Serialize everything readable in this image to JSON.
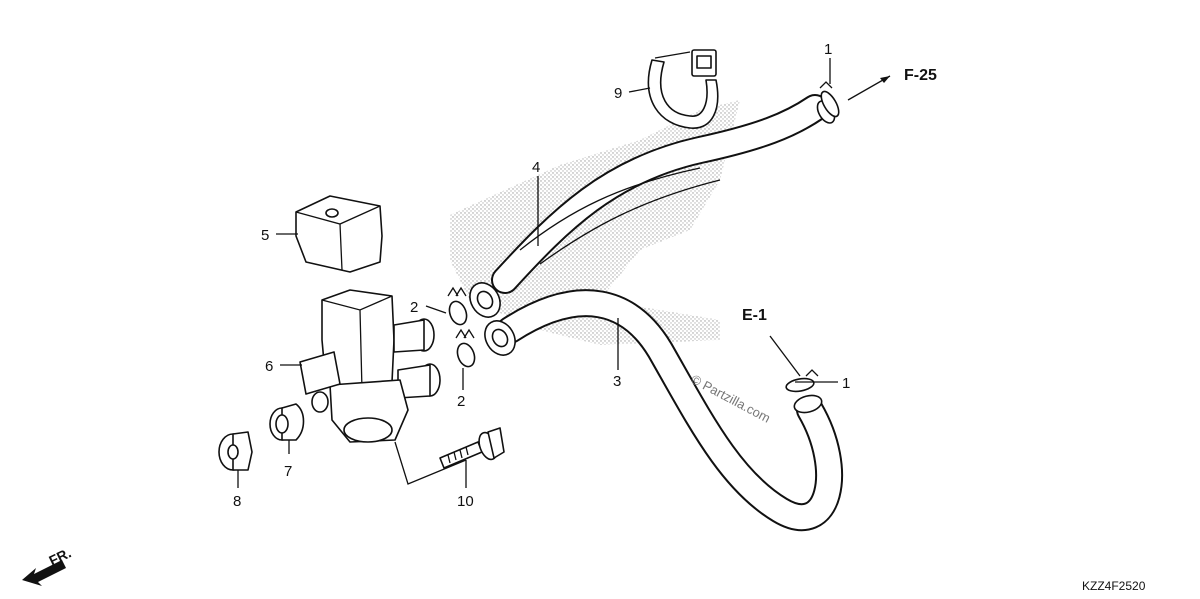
{
  "diagram": {
    "callouts": [
      {
        "id": "c1a",
        "text": "1"
      },
      {
        "id": "c1b",
        "text": "1"
      },
      {
        "id": "c2a",
        "text": "2"
      },
      {
        "id": "c2b",
        "text": "2"
      },
      {
        "id": "c3",
        "text": "3"
      },
      {
        "id": "c4",
        "text": "4"
      },
      {
        "id": "c5",
        "text": "5"
      },
      {
        "id": "c6",
        "text": "6"
      },
      {
        "id": "c7",
        "text": "7"
      },
      {
        "id": "c8",
        "text": "8"
      },
      {
        "id": "c9",
        "text": "9"
      },
      {
        "id": "c10",
        "text": "10"
      }
    ],
    "refs": {
      "f25": "F-25",
      "e1": "E-1"
    },
    "front_label": "FR.",
    "drawing_code": "KZZ4F2520",
    "watermark": "© Partzilla.com"
  }
}
